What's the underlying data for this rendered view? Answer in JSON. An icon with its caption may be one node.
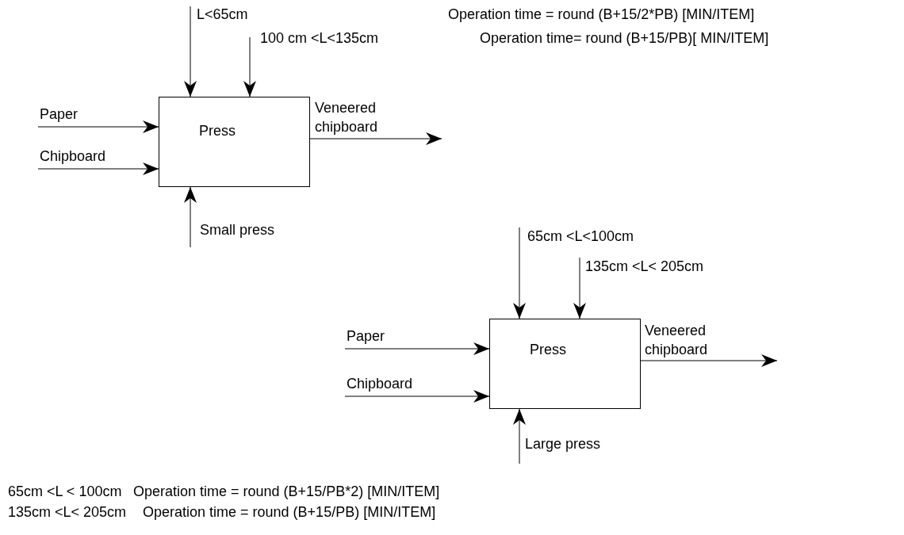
{
  "diagram": {
    "nodes": [
      {
        "text": [
          "Press"
        ]
      },
      {
        "text": [
          "Press"
        ]
      }
    ],
    "edges": [
      {
        "from": null,
        "to": 0,
        "arrow": "to",
        "label": "L<65cm"
      },
      {
        "from": null,
        "to": 0,
        "arrow": "to",
        "label": "100 cm <L<135cm"
      },
      {
        "from": null,
        "to": 0,
        "arrow": "to",
        "label": "Paper"
      },
      {
        "from": null,
        "to": 0,
        "arrow": "to",
        "label": "Chipboard"
      },
      {
        "from": 0,
        "to": null,
        "arrow": "to",
        "label": "Veneered chipboard"
      },
      {
        "from": null,
        "to": 0,
        "arrow": "to",
        "label": "Small press"
      },
      {
        "from": null,
        "to": 1,
        "arrow": "to",
        "label": "65cm <L<100cm"
      },
      {
        "from": null,
        "to": 1,
        "arrow": "to",
        "label": "135cm <L< 205cm"
      },
      {
        "from": null,
        "to": 1,
        "arrow": "to",
        "label": "Paper"
      },
      {
        "from": null,
        "to": 1,
        "arrow": "to",
        "label": "Chipboard"
      },
      {
        "from": 1,
        "to": null,
        "arrow": "to",
        "label": "Veneered chipboard"
      },
      {
        "from": null,
        "to": 1,
        "arrow": "to",
        "label": "Large press"
      }
    ],
    "labels": [
      "Operation time = round (B+15/2*PB) [MIN/ITEM]",
      "Operation time= round (B+15/PB)[ MIN/ITEM]",
      "65cm <L < 100cm",
      "Operation time = round (B+15/PB*2) [MIN/ITEM]",
      "135cm <L< 205cm",
      "Operation time = round (B+15/PB) [MIN/ITEM]"
    ]
  }
}
